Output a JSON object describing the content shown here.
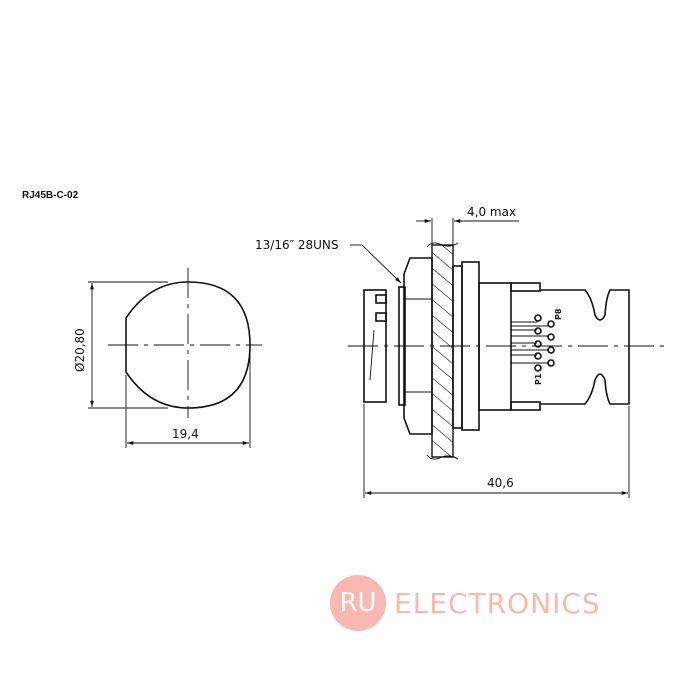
{
  "drawing": {
    "part_number": "RJ45B-C-02",
    "dimensions": {
      "diameter": "Ø20,80",
      "width_front": "19,4",
      "panel_thickness": "4,0 max",
      "thread": "13/16″ 28UNS",
      "overall_length": "40,6"
    },
    "pin_labels": {
      "first": "P1",
      "last": "P8"
    }
  },
  "watermark": {
    "badge": "RU",
    "text": "ELECTRONICS",
    "color": "#f9b8b0"
  }
}
